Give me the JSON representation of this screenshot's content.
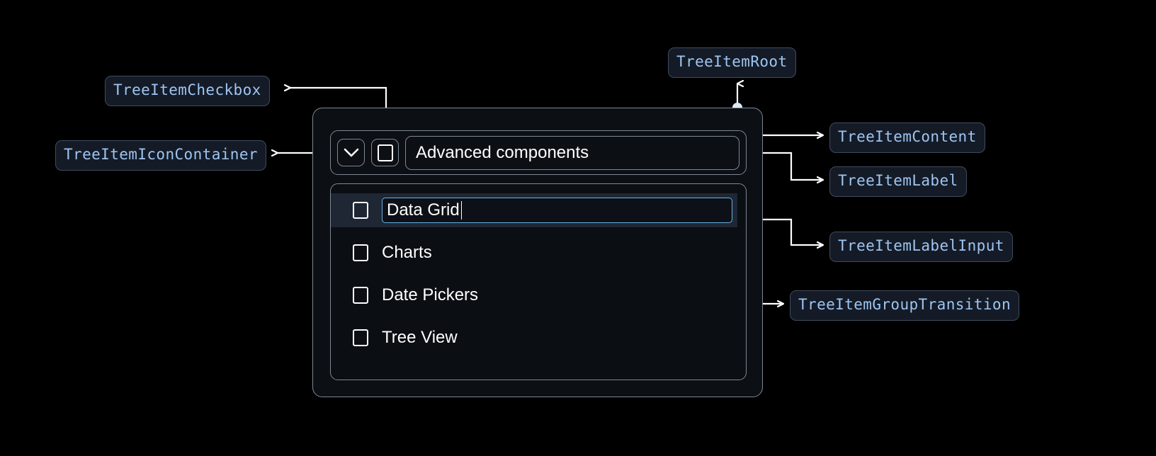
{
  "canvas": {
    "background": "#000000",
    "accent_blue": "#9ec5f0",
    "border_gray": "#7e8894",
    "input_focus_border": "#6ab0e8",
    "selected_row_bg": "#1e2733"
  },
  "annotations": [
    {
      "id": "tree-item-checkbox",
      "label": "TreeItemCheckbox"
    },
    {
      "id": "tree-item-icon-container",
      "label": "TreeItemIconContainer"
    },
    {
      "id": "tree-item-root",
      "label": "TreeItemRoot"
    },
    {
      "id": "tree-item-content",
      "label": "TreeItemContent"
    },
    {
      "id": "tree-item-label",
      "label": "TreeItemLabel"
    },
    {
      "id": "tree-item-label-input",
      "label": "TreeItemLabelInput"
    },
    {
      "id": "tree-item-group-transition",
      "label": "TreeItemGroupTransition"
    }
  ],
  "tree": {
    "parent": {
      "label": "Advanced components",
      "expand_icon": "chevron-down-icon",
      "checkbox_state": "unchecked"
    },
    "children": [
      {
        "label": "Data Grid",
        "checkbox_state": "unchecked",
        "editing": true,
        "selected": true
      },
      {
        "label": "Charts",
        "checkbox_state": "unchecked",
        "editing": false,
        "selected": false
      },
      {
        "label": "Date Pickers",
        "checkbox_state": "unchecked",
        "editing": false,
        "selected": false
      },
      {
        "label": "Tree View",
        "checkbox_state": "unchecked",
        "editing": false,
        "selected": false
      }
    ]
  }
}
